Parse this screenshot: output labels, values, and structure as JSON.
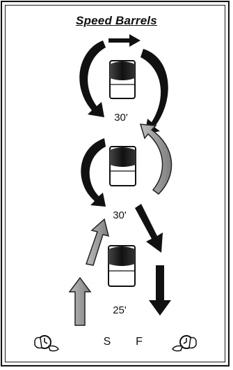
{
  "title": "Speed Barrels",
  "distances": {
    "first_to_second": "30'",
    "second_to_third": "30'",
    "third_to_line": "25'"
  },
  "line_labels": {
    "start": "S",
    "finish": "F"
  },
  "colors": {
    "path_dark": "#111111",
    "path_light": "#9a9a9a",
    "barrel_body": "#ffffff",
    "barrel_band": "#1a1a1a"
  },
  "icons": [
    "timer-hand-icon",
    "timer-hand-icon"
  ]
}
